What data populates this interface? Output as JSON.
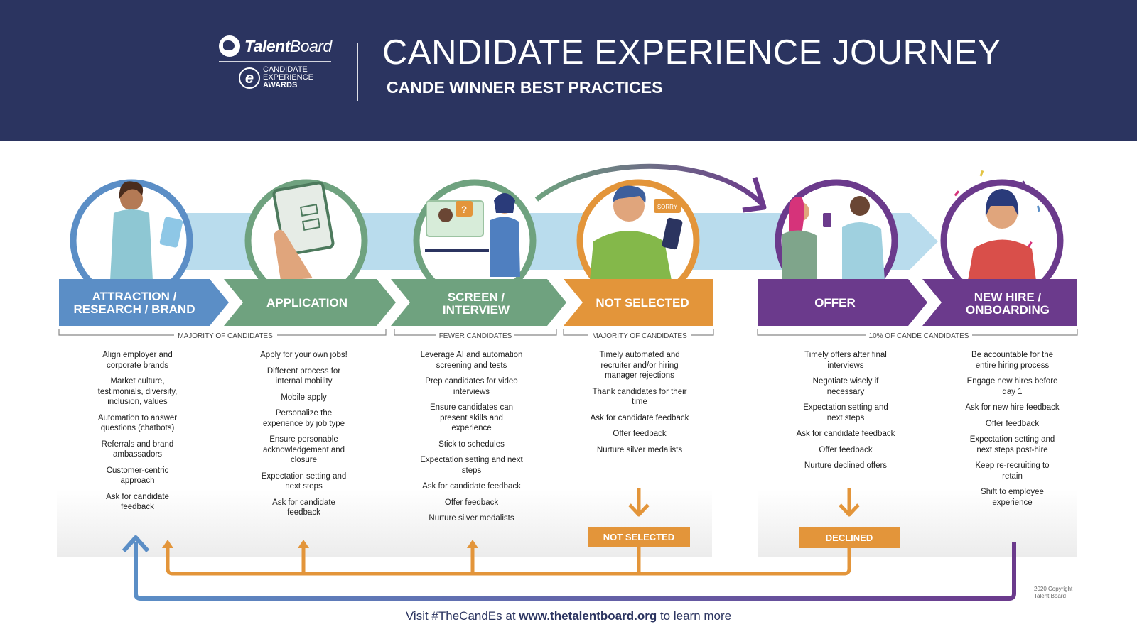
{
  "header": {
    "logo_brand_1": "Talent",
    "logo_brand_2": "Board",
    "logo_awards_1": "CANDIDATE",
    "logo_awards_2": "EXPERIENCE",
    "logo_awards_3": "AWARDS",
    "title": "CANDIDATE EXPERIENCE JOURNEY",
    "subtitle": "CANDE WINNER BEST PRACTICES"
  },
  "colors": {
    "header_bg": "#2b3460",
    "attraction": "#5b8ec6",
    "application": "#6fa27f",
    "screen": "#6fa27f",
    "not_selected": "#e3953a",
    "offer": "#6b3a8c",
    "new_hire": "#6b3a8c",
    "band": "#b9dced"
  },
  "stages": [
    {
      "line1": "ATTRACTION /",
      "line2": "RESEARCH / BRAND"
    },
    {
      "line1": "APPLICATION",
      "line2": ""
    },
    {
      "line1": "SCREEN /",
      "line2": "INTERVIEW"
    },
    {
      "line1": "NOT SELECTED",
      "line2": ""
    },
    {
      "line1": "OFFER",
      "line2": ""
    },
    {
      "line1": "NEW HIRE /",
      "line2": "ONBOARDING"
    }
  ],
  "groups": {
    "g1": "MAJORITY OF CANDIDATES",
    "g2": "FEWER CANDIDATES",
    "g3": "MAJORITY OF CANDIDATES",
    "g4": "10% OF CANDE  CANDIDATES"
  },
  "icons": {
    "sorry_bubble": "SORRY"
  },
  "columns": {
    "attraction": [
      "Align employer and corporate brands",
      "Market culture, testimonials, diversity, inclusion, values",
      "Automation to answer questions (chatbots)",
      "Referrals and brand ambassadors",
      "Customer-centric approach",
      "Ask for candidate feedback"
    ],
    "application": [
      "Apply for your own jobs!",
      "Different process for internal mobility",
      "Mobile apply",
      "Personalize the experience by job type",
      "Ensure personable acknowledgement and closure",
      "Expectation setting and next steps",
      "Ask for candidate feedback"
    ],
    "screen": [
      "Leverage AI and automation screening and tests",
      "Prep candidates for video interviews",
      "Ensure candidates can present skills and experience",
      "Stick to schedules",
      "Expectation setting and next steps",
      "Ask for candidate feedback",
      "Offer feedback",
      "Nurture silver medalists"
    ],
    "not_selected": [
      "Timely automated and recruiter and/or hiring manager rejections",
      "Thank candidates for their time",
      "Ask for candidate feedback",
      "Offer feedback",
      "Nurture silver medalists"
    ],
    "offer": [
      "Timely offers after final interviews",
      "Negotiate wisely if necessary",
      "Expectation setting and next steps",
      "Ask for candidate feedback",
      "Offer feedback",
      "Nurture declined offers"
    ],
    "new_hire": [
      "Be accountable for the entire hiring process",
      "Engage new hires before day 1",
      "Ask for new hire feedback",
      "Offer feedback",
      "Expectation setting and next steps post-hire",
      "Keep re-recruiting to retain",
      "Shift to employee experience"
    ]
  },
  "boxes": {
    "not_selected": "NOT SELECTED",
    "declined": "DECLINED"
  },
  "footer": {
    "pre": "Visit #TheCandEs at ",
    "url": "www.thetalentboard.org",
    "post": " to learn more"
  },
  "copyright": {
    "line1": "2020 Copyright",
    "line2": "Talent Board"
  }
}
